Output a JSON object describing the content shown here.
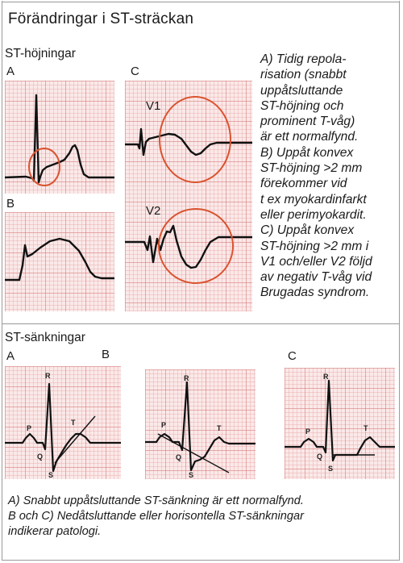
{
  "title": "Förändringar i ST-sträckan",
  "elevation": {
    "heading": "ST-höjningar",
    "panels": {
      "a": "A",
      "b": "B",
      "c": "C"
    },
    "leads": {
      "v1": "V1",
      "v2": "V2"
    },
    "description": "A) Tidig repola-\nrisation (snabbt\nuppåtsluttande\nST-höjning och\nprominent T-våg)\när ett normalfynd.\nB) Uppåt konvex\nST-höjning >2 mm\nförekommer vid\nt ex myokardinfarkt\neller perimyokardit.\nC) Uppåt konvex\nST-höjning >2 mm i\nV1 och/eller V2 följd\nav negativ T-våg vid\nBrugadas syndrom."
  },
  "depression": {
    "heading": "ST-sänkningar",
    "panels": {
      "a": "A",
      "b": "B",
      "c": "C"
    },
    "waves": {
      "p": "P",
      "q": "Q",
      "r": "R",
      "s": "S",
      "t": "T"
    },
    "caption": "A) Snabbt uppåtsluttande ST-sänkning är ett normalfynd.\nB och C) Nedåtsluttande eller horisontella ST-sänkningar\nindikerar patologi."
  },
  "colors": {
    "trace": "#111111",
    "circle": "#d9532e",
    "grid": "#fbe9e9",
    "border": "#9a9a9a"
  }
}
